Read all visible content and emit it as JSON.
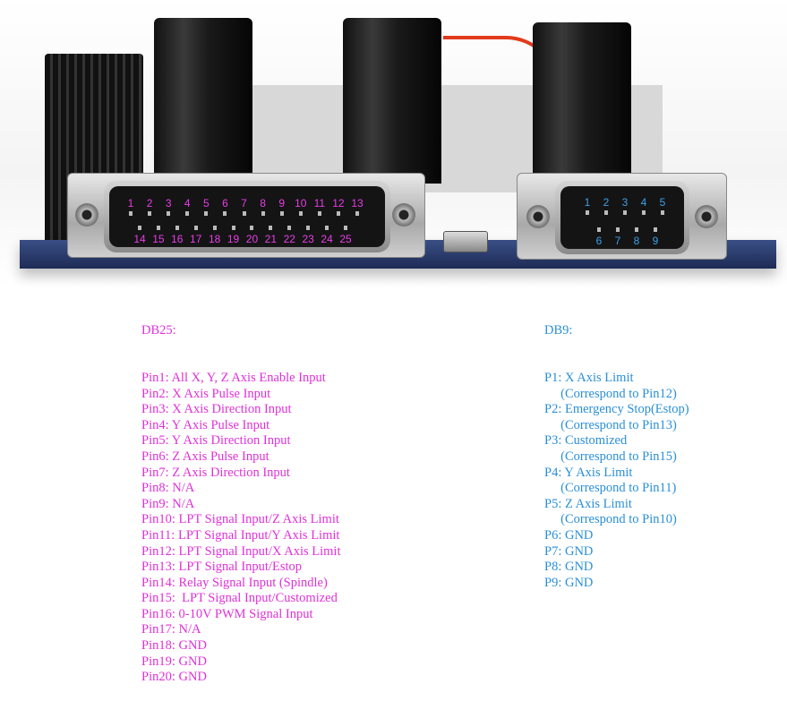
{
  "connectors": {
    "db25": {
      "top_pins": [
        "1",
        "2",
        "3",
        "4",
        "5",
        "6",
        "7",
        "8",
        "9",
        "10",
        "11",
        "12",
        "13"
      ],
      "bottom_pins": [
        "14",
        "15",
        "16",
        "17",
        "18",
        "19",
        "20",
        "21",
        "22",
        "23",
        "24",
        "25"
      ]
    },
    "db9": {
      "top_pins": [
        "1",
        "2",
        "3",
        "4",
        "5"
      ],
      "bottom_pins": [
        "6",
        "7",
        "8",
        "9"
      ]
    }
  },
  "db25_list": {
    "title": "DB25:",
    "items": [
      "Pin1: All X, Y, Z Axis Enable Input",
      "Pin2: X Axis Pulse Input",
      "Pin3: X Axis Direction Input",
      "Pin4: Y Axis Pulse Input",
      "Pin5: Y Axis Direction Input",
      "Pin6: Z Axis Pulse Input",
      "Pin7: Z Axis Direction Input",
      "Pin8: N/A",
      "Pin9: N/A",
      "Pin10: LPT Signal Input/Z Axis Limit",
      "Pin11: LPT Signal Input/Y Axis Limit",
      "Pin12: LPT Signal Input/X Axis Limit",
      "Pin13: LPT Signal Input/Estop",
      "Pin14: Relay Signal Input (Spindle)",
      "Pin15:  LPT Signal Input/Customized",
      "Pin16: 0-10V PWM Signal Input",
      "Pin17: N/A",
      "Pin18: GND",
      "Pin19: GND",
      "Pin20: GND"
    ]
  },
  "db9_list": {
    "title": "DB9:",
    "items": [
      "P1: X Axis Limit",
      "     (Correspond to Pin12)",
      "P2: Emergency Stop(Estop)",
      "     (Correspond to Pin13)",
      "P3: Customized",
      "     (Correspond to Pin15)",
      "P4: Y Axis Limit",
      "     (Correspond to Pin11)",
      "P5: Z Axis Limit",
      "     (Correspond to Pin10)",
      "P6: GND",
      "P7: GND",
      "P8: GND",
      "P9: GND"
    ]
  },
  "colors": {
    "db25_text": "#e030d8",
    "db9_text": "#2a8fd8"
  }
}
